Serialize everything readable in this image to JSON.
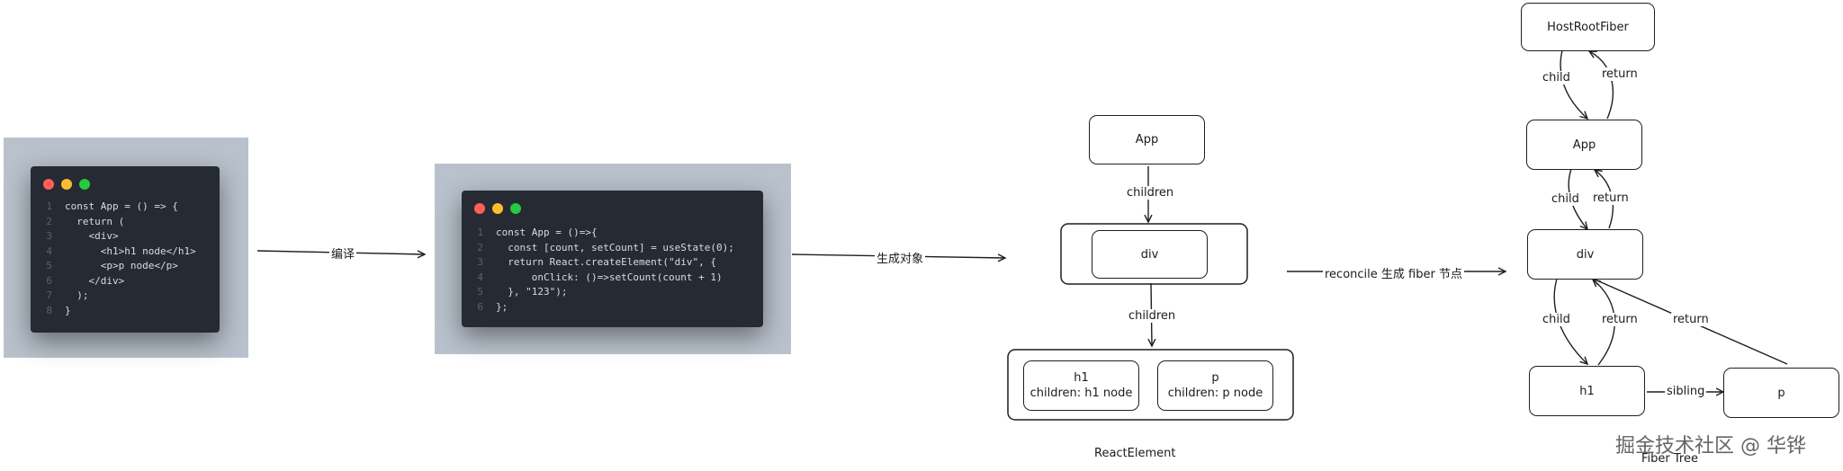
{
  "colors": {
    "panel_bg": "#b9c2cc",
    "editor_bg": "#262a33",
    "dot_red": "#ff5f57",
    "dot_yellow": "#febc2e",
    "dot_green": "#28c840",
    "line": "#1f1f1f"
  },
  "code1": {
    "lines": [
      {
        "n": "1",
        "text": "const App = () => {"
      },
      {
        "n": "2",
        "text": "  return ("
      },
      {
        "n": "3",
        "text": "    <div>"
      },
      {
        "n": "4",
        "text": "      <h1>h1 node</h1>"
      },
      {
        "n": "5",
        "text": "      <p>p node</p>"
      },
      {
        "n": "6",
        "text": "    </div>"
      },
      {
        "n": "7",
        "text": "  );"
      },
      {
        "n": "8",
        "text": "}"
      }
    ]
  },
  "code2": {
    "lines": [
      {
        "n": "1",
        "text": "const App = ()=>{"
      },
      {
        "n": "2",
        "text": "  const [count, setCount] = useState(0);"
      },
      {
        "n": "3",
        "text": "  return React.createElement(\"div\", {"
      },
      {
        "n": "4",
        "text": "      onClick: ()=>setCount(count + 1)"
      },
      {
        "n": "5",
        "text": "  }, \"123\");"
      },
      {
        "n": "6",
        "text": "};"
      }
    ]
  },
  "arrows": {
    "compile": "编译",
    "generate": "生成对象",
    "reconcile": "reconcile 生成 fiber 节点"
  },
  "react_element": {
    "app": "App",
    "children_label_1": "children",
    "div": "div",
    "children_label_2": "children",
    "h1_title": "h1",
    "h1_children": "children: h1 node",
    "p_title": "p",
    "p_children": "children: p node",
    "caption": "ReactElement"
  },
  "fiber_tree": {
    "root": "HostRootFiber",
    "app": "App",
    "div": "div",
    "h1": "h1",
    "p": "p",
    "child": "child",
    "return": "return",
    "sibling": "sibling",
    "caption": "Fiber Tree"
  },
  "watermark": "掘金技术社区 @ 华铧"
}
